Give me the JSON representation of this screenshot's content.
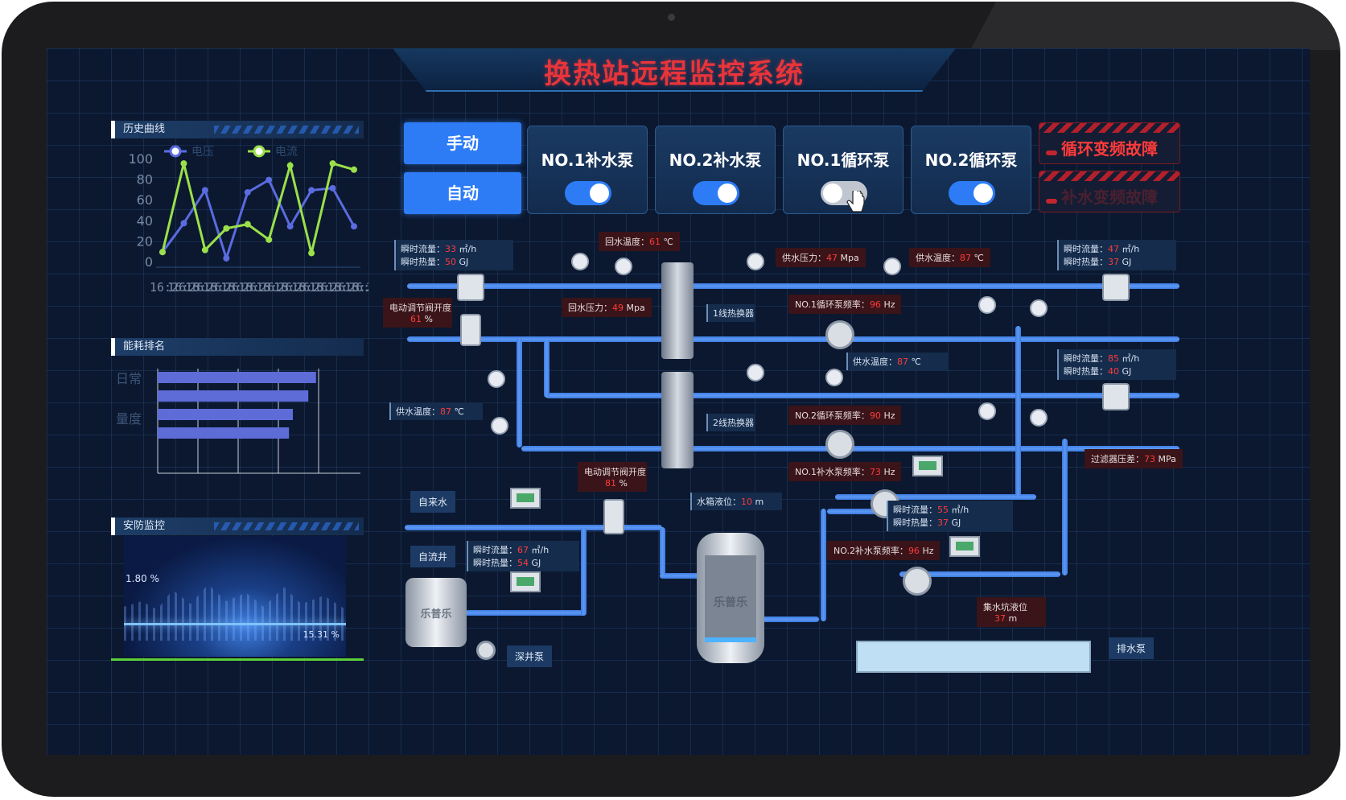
{
  "header": {
    "title": "换热站远程监控系统"
  },
  "history": {
    "heading": "历史曲线",
    "legend": [
      "电压",
      "电流"
    ],
    "colors": {
      "voltage": "#5b6be0",
      "current": "#9be04a"
    }
  },
  "chart_data": {
    "type": "line",
    "x": [
      "16:26:3",
      "16:26:3",
      "16:26:3",
      "16:26:3",
      "16:26:3",
      "16:26:3",
      "16:26:3",
      "16:26:3",
      "16:26:3",
      "16:26:3",
      "16:26:3",
      "16:26:5"
    ],
    "series": [
      {
        "name": "电压",
        "values": [
          10,
          38,
          70,
          4,
          68,
          80,
          35,
          70,
          72,
          35
        ]
      },
      {
        "name": "电流",
        "values": [
          10,
          96,
          12,
          33,
          37,
          22,
          94,
          9,
          96,
          90
        ]
      }
    ],
    "yticks": [
      "100",
      "80",
      "60",
      "40",
      "20",
      "0"
    ],
    "ylim": [
      0,
      100
    ]
  },
  "ranking": {
    "heading": "能耗排名",
    "labels": [
      "日常",
      "量度"
    ],
    "values": [
      0.82,
      0.78,
      0.7,
      0.68
    ]
  },
  "security": {
    "heading": "安防监控",
    "overlay": [
      "1.80 %",
      "15.31 %"
    ]
  },
  "controls": {
    "manual": "手动",
    "auto": "自动",
    "pumps": [
      {
        "label": "NO.1补水泵",
        "on": true
      },
      {
        "label": "NO.2补水泵",
        "on": true
      },
      {
        "label": "NO.1循环泵",
        "on": false
      },
      {
        "label": "NO.2循环泵",
        "on": true
      }
    ],
    "faults": [
      "循环变频故障",
      "补水变频故障"
    ]
  },
  "diagram": {
    "flow_left_top": {
      "flow_label": "瞬时流量：",
      "flow": "33",
      "flow_unit": "㎥/h",
      "heat_label": "瞬时热量：",
      "heat": "50",
      "heat_unit": "GJ"
    },
    "return_temp": {
      "label": "回水温度：",
      "value": "61",
      "unit": "℃"
    },
    "supply_pressure": {
      "label": "供水压力：",
      "value": "47",
      "unit": "Mpa"
    },
    "supply_temp_top": {
      "label": "供水温度：",
      "value": "87",
      "unit": "℃"
    },
    "flow_right_top": {
      "flow_label": "瞬时流量：",
      "flow": "47",
      "flow_unit": "㎥/h",
      "heat_label": "瞬时热量：",
      "heat": "37",
      "heat_unit": "GJ"
    },
    "valve_open_left": {
      "label": "电动调节阀开度",
      "value": "61",
      "unit": "%"
    },
    "return_pressure": {
      "label": "回水压力：",
      "value": "49",
      "unit": "Mpa"
    },
    "hx1": "1线热换器",
    "circ1_freq": {
      "label": "NO.1循环泵频率：",
      "value": "96",
      "unit": "Hz"
    },
    "supply_temp_mid": {
      "label": "供水温度：",
      "value": "87",
      "unit": "℃"
    },
    "flow_right_mid": {
      "flow_label": "瞬时流量：",
      "flow": "85",
      "flow_unit": "㎥/h",
      "heat_label": "瞬时热量：",
      "heat": "40",
      "heat_unit": "GJ"
    },
    "supply_temp_left": {
      "label": "供水温度：",
      "value": "87",
      "unit": "℃"
    },
    "hx2": "2线热换器",
    "circ2_freq": {
      "label": "NO.2循环泵频率：",
      "value": "90",
      "unit": "Hz"
    },
    "makeup1_freq": {
      "label": "NO.1补水泵频率：",
      "value": "73",
      "unit": "Hz"
    },
    "filter_dp": {
      "label": "过滤器压差：",
      "value": "73",
      "unit": "MPa"
    },
    "valve_open_mid": {
      "label": "电动调节阀开度",
      "value": "81",
      "unit": "%"
    },
    "tank_level": {
      "label": "水箱液位：",
      "value": "10",
      "unit": "m"
    },
    "flow_right_low": {
      "flow_label": "瞬时流量：",
      "flow": "55",
      "flow_unit": "㎥/h",
      "heat_label": "瞬时热量：",
      "heat": "37",
      "heat_unit": "GJ"
    },
    "makeup2_freq": {
      "label": "NO.2补水泵频率：",
      "value": "96",
      "unit": "Hz"
    },
    "flow_left_low": {
      "flow_label": "瞬时流量：",
      "flow": "67",
      "flow_unit": "㎥/h",
      "heat_label": "瞬时热量：",
      "heat": "54",
      "heat_unit": "GJ"
    },
    "tap_water": "自来水",
    "well_water": "自流井",
    "deep_pump": "深井泵",
    "sump_level": {
      "label": "集水坑液位",
      "value": "37",
      "unit": "m"
    },
    "drain_pump": "排水泵",
    "tank_brand": "乐普乐"
  }
}
